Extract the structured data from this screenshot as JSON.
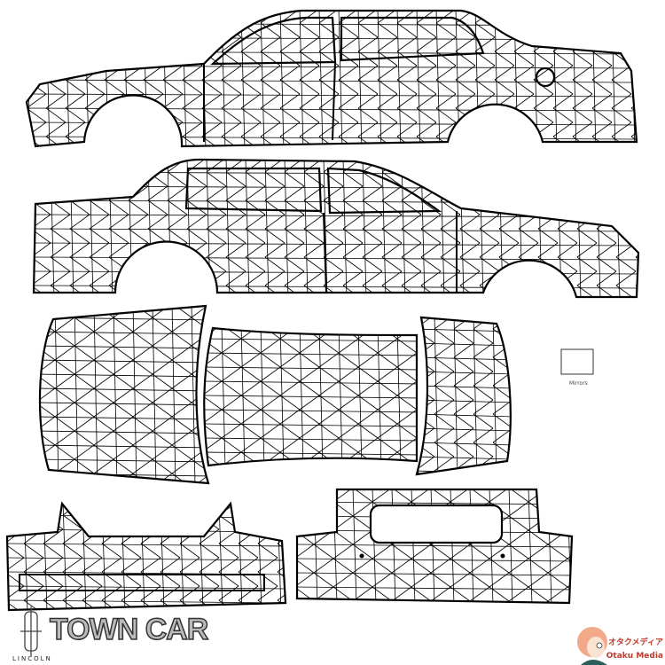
{
  "template": {
    "parts": [
      "side-left",
      "side-right",
      "hood",
      "roof",
      "trunk",
      "front-bumper",
      "rear-bumper",
      "mirrors"
    ],
    "mirrors_label": "Mirrors",
    "line_color": "#000000",
    "background": "#ffffff"
  },
  "logo": {
    "brand": "LINCOLN",
    "model": "TOWN CAR"
  },
  "watermark": {
    "jp": "オタクメディア",
    "en": "Otaku Media",
    "jp_color": "#c0392b",
    "en_color": "#c0392b"
  }
}
